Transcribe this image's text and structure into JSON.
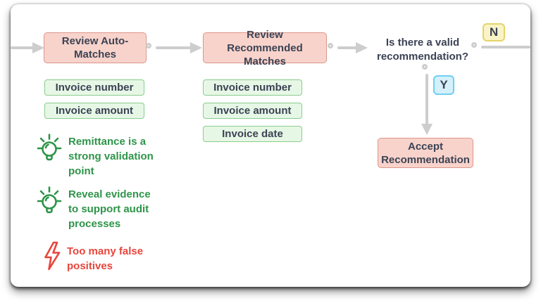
{
  "colors": {
    "card_bg": "#ffffff",
    "line": "#cdcdcd",
    "text_dark": "#3b4254",
    "pink_fill": "#f8d3cb",
    "pink_border": "#dd968a",
    "green_fill": "#e7f7e6",
    "green_border": "#8acd8c",
    "green_text": "#2e9449",
    "red": "#e8453c",
    "no_fill": "#faf3c6",
    "no_border": "#e3d46a",
    "yes_fill": "#d6f0fb",
    "yes_border": "#6ecff3"
  },
  "flow": {
    "step1": "Review Auto-Matches",
    "step2": "Review Recommended Matches",
    "decision": "Is there a valid recommendation?",
    "accept": "Accept Recommendation",
    "no_label": "N",
    "yes_label": "Y"
  },
  "step1_fields": [
    "Invoice number",
    "Invoice amount"
  ],
  "step2_fields": [
    "Invoice number",
    "Invoice amount",
    "Invoice date"
  ],
  "notes": [
    {
      "icon": "lightbulb-icon",
      "tone": "positive",
      "text": "Remittance is a strong validation point"
    },
    {
      "icon": "lightbulb-icon",
      "tone": "positive",
      "text": "Reveal evidence to support audit processes"
    },
    {
      "icon": "lightning-icon",
      "tone": "negative",
      "text": "Too many false positives"
    }
  ]
}
